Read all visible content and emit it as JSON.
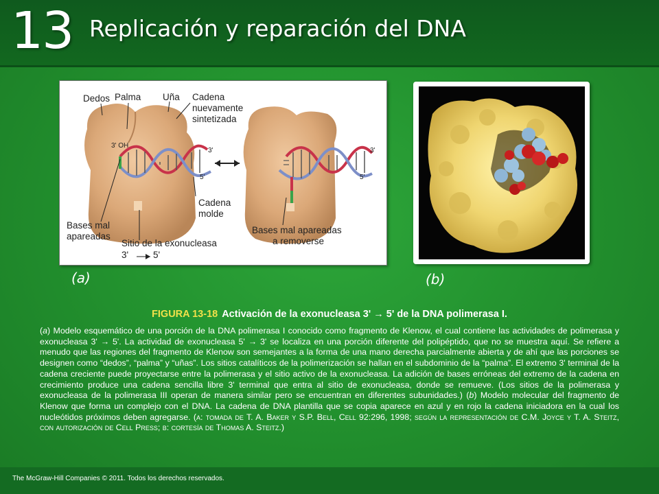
{
  "header": {
    "chapter_number": "13",
    "chapter_title": "Replicación y reparación del DNA"
  },
  "figure_a": {
    "panel_label": "(a)",
    "labels": {
      "dedos": "Dedos",
      "palma": "Palma",
      "una": "Uña",
      "cadena_nueva_1": "Cadena",
      "cadena_nueva_2": "nuevamente",
      "cadena_nueva_3": "sintetizada",
      "oh": "3' OH",
      "three_prime": "3'",
      "five_prime": "5'",
      "cadena_molde_1": "Cadena",
      "cadena_molde_2": "molde",
      "bases_mal_1": "Bases mal",
      "bases_mal_2": "apareadas",
      "sitio_1": "Sitio de la exonucleasa",
      "sitio_2_a": "3'",
      "sitio_2_b": "5'",
      "remover_1": "Bases mal apareadas",
      "remover_2": "a removerse"
    }
  },
  "figure_b": {
    "panel_label": "(b)"
  },
  "figure": {
    "number": "FIGURA 13-18",
    "title": "Activación de la exonucleasa 3' → 5' de la DNA polimerasa I."
  },
  "caption": {
    "a_letter": "a",
    "part1": " Modelo esquemático de una porción de la DNA polimerasa I conocido como fragmento de Klenow, el cual contiene las actividades de polimerasa y exonucleasa 3' → 5'. La actividad de exonucleasa 5' → 3' se localiza en una porción diferente del polipéptido, que no se muestra aquí. Se refiere a menudo que las regiones del fragmento de Klenow son semejantes a la forma de una mano derecha parcialmente abierta y de ahí que las porciones se designen como “dedos”, “palma” y “uñas”. Los sitios catalíticos de la polimerización se hallan en el subdominio de la “palma”. El extremo 3' terminal de la cadena creciente puede proyectarse entre la polimerasa y el sitio activo de la exonucleasa. La adición de bases erróneas del extremo de la cadena en crecimiento produce una cadena sencilla libre 3' terminal que entra al sitio de exonucleasa, donde se remueve. (Los sitios de la polimerasa y exonucleasa de la polimerasa III operan de manera similar pero se encuentran en diferentes subunidades.) (",
    "b_letter": "b",
    "part2": ") Modelo molecular del fragmento de Klenow que forma un complejo con el DNA. La cadena de DNA plantilla que se copia aparece en azul y en rojo la cadena iniciadora en la cual los nucleótidos próximos deben agregarse. (",
    "credit": "a: tomada de T. A. Baker y S.P. Bell, Cell 92:296, 1998; según la representación de C.M. Joyce y T. A. Steitz, con autorización de Cell Press; b: cortesía de Thomas A. Steitz.",
    "close": ")"
  },
  "footer": {
    "copyright": "The McGraw-Hill Companies © 2011. Todos los derechos reservados."
  },
  "colors": {
    "background_green": "#23932f",
    "header_green": "#12681f",
    "figure_number_yellow": "#f2e14a",
    "protein_tan": "#d9a978",
    "template_strand": "#3a5bb8",
    "primer_strand": "#cc3344"
  }
}
